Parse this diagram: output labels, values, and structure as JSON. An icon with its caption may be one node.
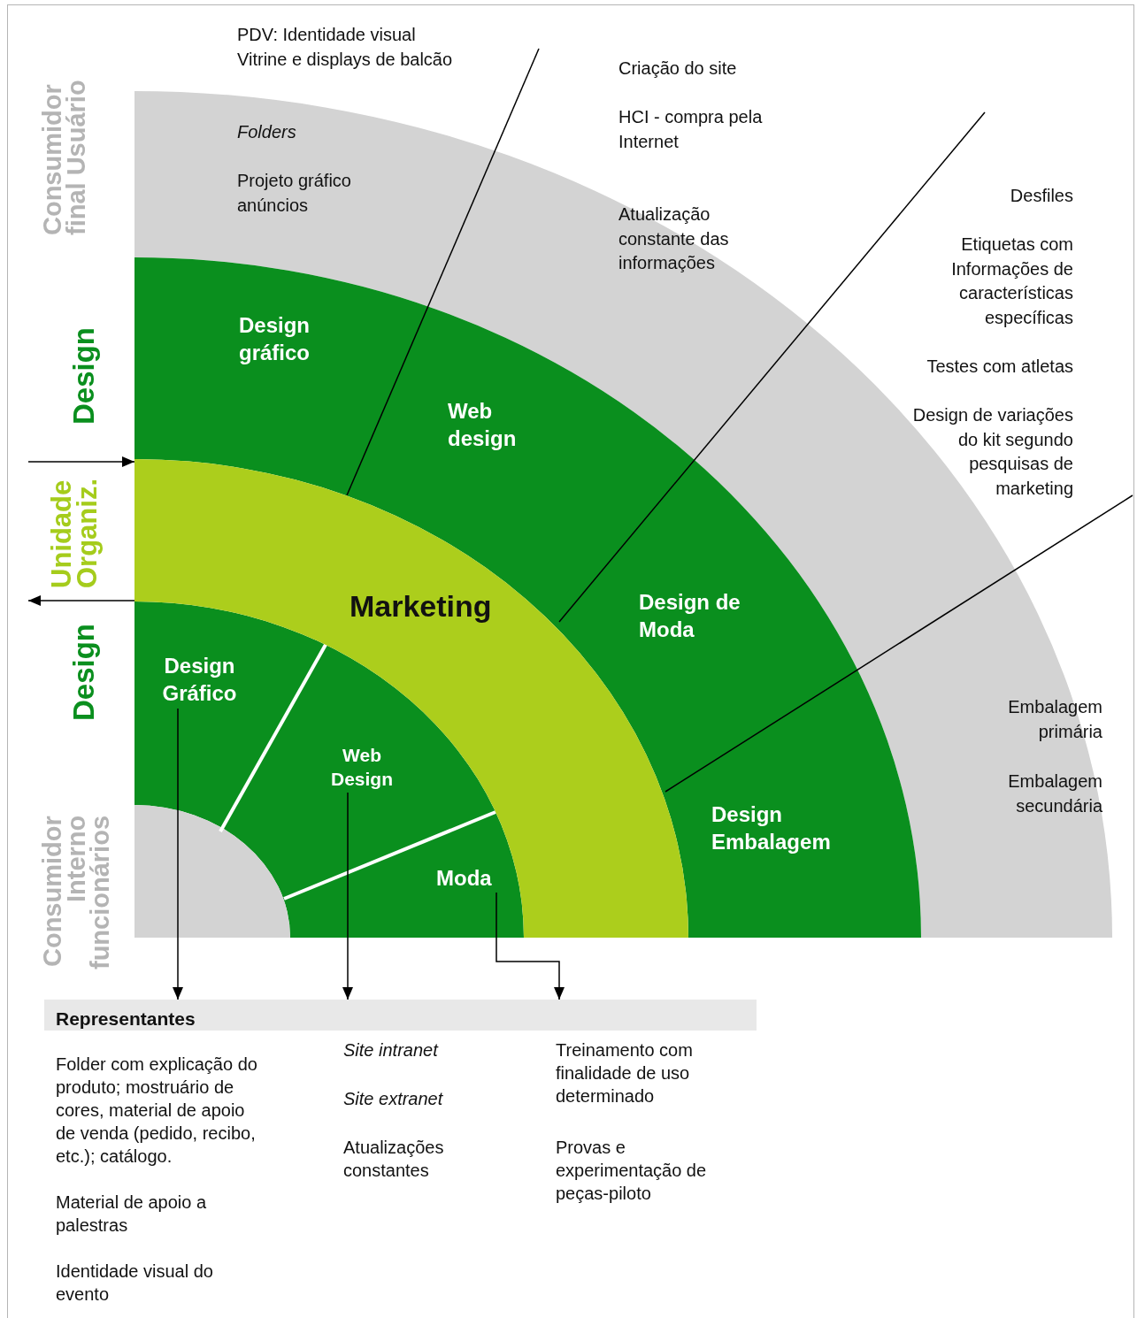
{
  "diagram": {
    "nodes": [
      {
        "text": [
          "Marketing"
        ]
      },
      {
        "text": [
          "Design gráfico"
        ]
      },
      {
        "text": [
          "Web design"
        ]
      },
      {
        "text": [
          "Design de Moda"
        ]
      },
      {
        "text": [
          "Design Embalagem"
        ]
      },
      {
        "text": [
          "Design Gráfico"
        ]
      },
      {
        "text": [
          "Web Design"
        ]
      },
      {
        "text": [
          "Moda"
        ]
      },
      {
        "text": [
          "PDV: Identidade visual Vitrine e displays de balcão",
          "Folders",
          "Projeto gráfico anúncios"
        ]
      },
      {
        "text": [
          "Criação do site",
          "HCI - compra pela Internet",
          "Atualização constante das informações"
        ]
      },
      {
        "text": [
          "Desfiles",
          "Etiquetas com Informações de características específicas",
          "Testes com atletas",
          "Design de variações do kit segundo pesquisas de marketing"
        ]
      },
      {
        "text": [
          "Embalagem primária",
          "Embalagem secundária"
        ]
      },
      {
        "text": [
          "Representantes"
        ]
      },
      {
        "text": [
          "Folder com explicação do produto; mostruário de cores, material de apoio de venda (pedido, recibo, etc.); catálogo.",
          "Material de apoio a palestras",
          "Identidade visual do evento"
        ]
      },
      {
        "text": [
          "Site intranet",
          "Site extranet",
          "Atualizações constantes"
        ]
      },
      {
        "text": [
          "Treinamento com finalidade de uso determinado",
          "Provas e experimentação de peças-piloto"
        ]
      }
    ],
    "edges": [
      {
        "from": null,
        "to": 0,
        "arrow": "to"
      },
      {
        "from": 0,
        "to": null,
        "arrow": "to"
      },
      {
        "from": 5,
        "to": 12,
        "arrow": "to"
      },
      {
        "from": 6,
        "to": 12,
        "arrow": "to"
      },
      {
        "from": 7,
        "to": 12,
        "arrow": "to"
      }
    ],
    "labels": [
      "Consumidor final Usuário",
      "Design",
      "Unidade Organiz.",
      "Design",
      "Consumidor Interno funcionários"
    ]
  }
}
